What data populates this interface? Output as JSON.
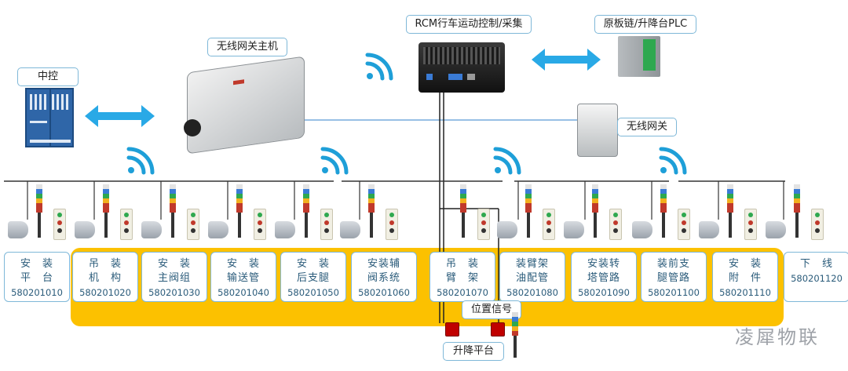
{
  "labels": {
    "central": "中控",
    "gateway_main": "无线网关主机",
    "rcm": "RCM行车运动控制/采集",
    "plc": "原板链/升降台PLC",
    "gateway": "无线网关",
    "position_signal": "位置信号",
    "lift": "升降平台"
  },
  "stations": [
    {
      "line1": "安　装",
      "line2": "平　台",
      "code": "580201010"
    },
    {
      "line1": "吊　装",
      "line2": "机　构",
      "code": "580201020"
    },
    {
      "line1": "安　装",
      "line2": "主阀组",
      "code": "580201030"
    },
    {
      "line1": "安　装",
      "line2": "输送管",
      "code": "580201040"
    },
    {
      "line1": "安　装",
      "line2": "后支腿",
      "code": "580201050"
    },
    {
      "line1": "安装辅",
      "line2": "阀系统",
      "code": "580201060"
    },
    {
      "line1": "吊　装",
      "line2": "臂　架",
      "code": "580201070"
    },
    {
      "line1": "装臂架",
      "line2": "油配管",
      "code": "580201080"
    },
    {
      "line1": "安装转",
      "line2": "塔管路",
      "code": "580201090"
    },
    {
      "line1": "装前支",
      "line2": "腿管路",
      "code": "580201100"
    },
    {
      "line1": "安　装",
      "line2": "附　件",
      "code": "580201110"
    },
    {
      "line1": "下　线",
      "line2": "",
      "code": "580201120"
    }
  ],
  "watermark": "凌犀物联",
  "colors": {
    "track": "#fcc100",
    "wifi": "#1e9fd8",
    "arrow": "#29a9e6",
    "box_border": "#7fb8d8",
    "signal_red": "#c00000"
  }
}
